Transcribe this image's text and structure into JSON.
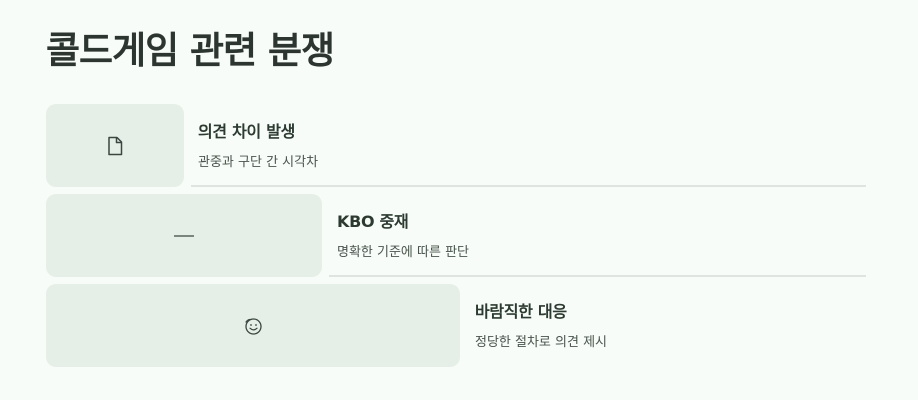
{
  "page": {
    "title": "콜드게임 관련 분쟁"
  },
  "steps": [
    {
      "title": "의견 차이 발생",
      "description": "관중과 구단 간 시각차",
      "icon": "document-icon"
    },
    {
      "title": "KBO 중재",
      "description": "명확한 기준에 따른 판단",
      "icon": "dash-icon"
    },
    {
      "title": "바람직한 대응",
      "description": "정당한 절차로 의견 제시",
      "icon": "smile-icon"
    }
  ],
  "colors": {
    "background": "#f7fcf8",
    "box": "#e6efe7",
    "divider": "#dfe4e0",
    "text": "#2c3530"
  }
}
